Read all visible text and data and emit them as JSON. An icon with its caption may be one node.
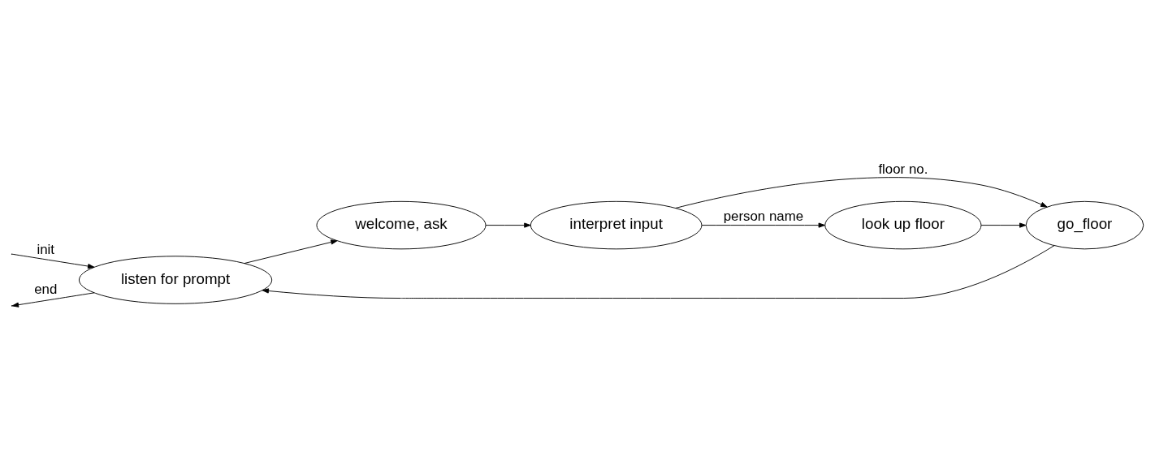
{
  "diagram": {
    "nodes": [
      {
        "text": [
          "listen for prompt"
        ]
      },
      {
        "text": [
          "welcome, ask"
        ]
      },
      {
        "text": [
          "go_floor"
        ]
      },
      {
        "text": [
          "interpret input"
        ]
      },
      {
        "text": [
          "look up floor"
        ]
      }
    ],
    "edges": [
      {
        "from": null,
        "to": 0,
        "arrow": "to",
        "label": "init"
      },
      {
        "from": 0,
        "to": null,
        "arrow": "to",
        "label": "end"
      },
      {
        "from": 0,
        "to": 1,
        "arrow": "to"
      },
      {
        "from": 1,
        "to": 3,
        "arrow": "to"
      },
      {
        "from": 3,
        "to": 2,
        "arrow": "to",
        "label": "floor no."
      },
      {
        "from": 3,
        "to": 4,
        "arrow": "to",
        "label": "person name"
      },
      {
        "from": 4,
        "to": 2,
        "arrow": "to"
      },
      {
        "from": 2,
        "to": 0,
        "arrow": "to"
      }
    ]
  }
}
